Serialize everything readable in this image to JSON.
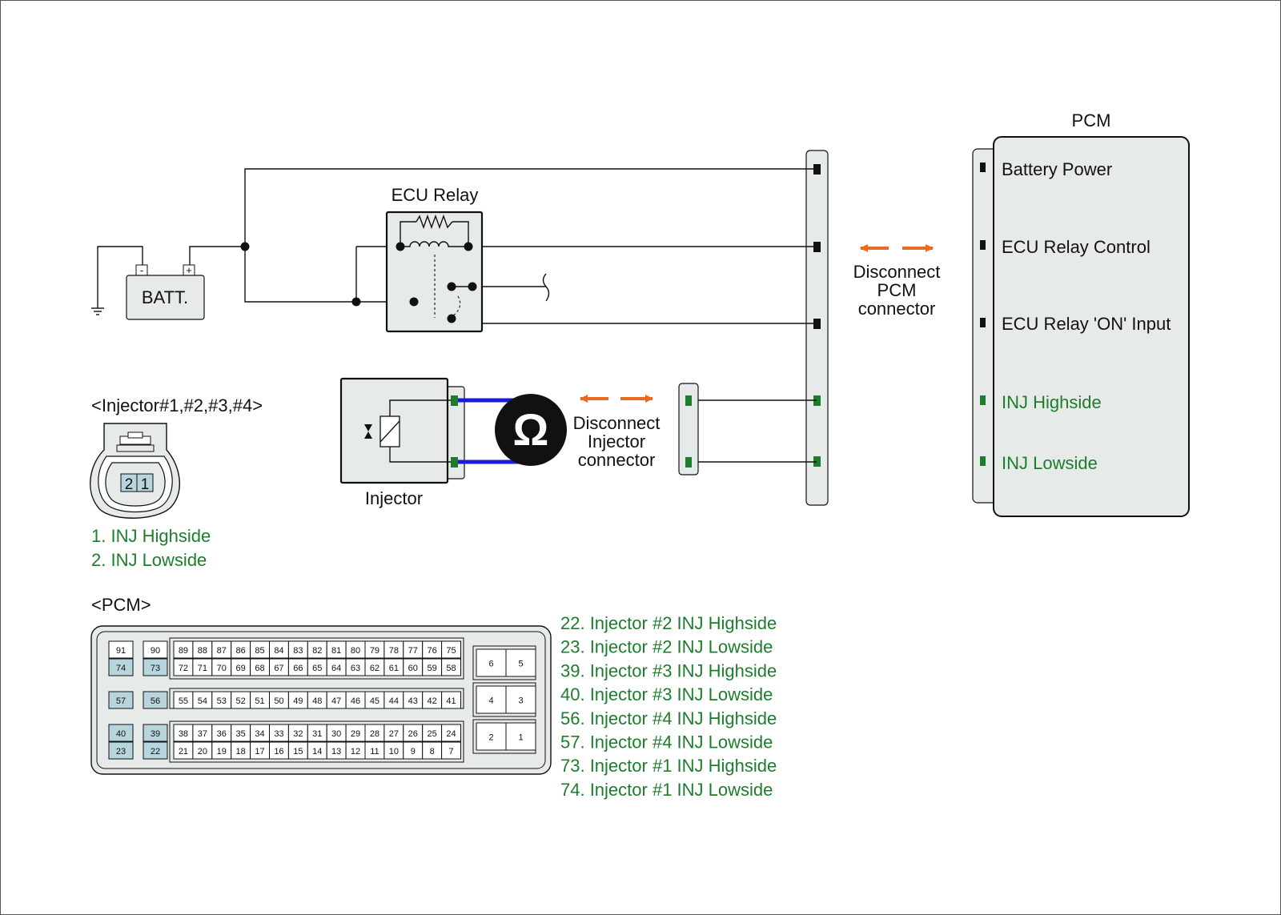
{
  "colors": {
    "accent_green": "#1d7d2c",
    "arrow_orange": "#ec6a1f",
    "highlight_pin": "#b8d4dd",
    "panel": "#e6ebea",
    "wire_blue": "#1a1adf"
  },
  "labels": {
    "pcm_title": "PCM",
    "ecu_relay": "ECU Relay",
    "battery": "BATT.",
    "battery_neg": "-",
    "battery_pos": "+",
    "injector": "Injector",
    "ohm_symbol": "Ω",
    "disconnect_pcm": [
      "Disconnect",
      "PCM",
      "connector"
    ],
    "disconnect_injector": [
      "Disconnect",
      "Injector",
      "connector"
    ],
    "pcm_terminals": [
      "Battery Power",
      "ECU Relay Control",
      "ECU Relay 'ON' Input",
      "INJ Highside",
      "INJ Lowside"
    ]
  },
  "injector_connector": {
    "title": "<Injector#1,#2,#3,#4>",
    "pins": [
      "2",
      "1"
    ],
    "legend": [
      "1. INJ Highside",
      "2. INJ Lowside"
    ]
  },
  "pcm_connector": {
    "title": "<PCM>",
    "left_block": [
      [
        "91",
        "90"
      ],
      [
        "74",
        "73"
      ],
      [
        "57",
        "56"
      ],
      [
        "40",
        "39"
      ],
      [
        "23",
        "22"
      ]
    ],
    "main_rows": [
      [
        "89",
        "88",
        "87",
        "86",
        "85",
        "84",
        "83",
        "82",
        "81",
        "80",
        "79",
        "78",
        "77",
        "76",
        "75"
      ],
      [
        "72",
        "71",
        "70",
        "69",
        "68",
        "67",
        "66",
        "65",
        "64",
        "63",
        "62",
        "61",
        "60",
        "59",
        "58"
      ],
      [
        "55",
        "54",
        "53",
        "52",
        "51",
        "50",
        "49",
        "48",
        "47",
        "46",
        "45",
        "44",
        "43",
        "42",
        "41"
      ],
      [
        "38",
        "37",
        "36",
        "35",
        "34",
        "33",
        "32",
        "31",
        "30",
        "29",
        "28",
        "27",
        "26",
        "25",
        "24"
      ],
      [
        "21",
        "20",
        "19",
        "18",
        "17",
        "16",
        "15",
        "14",
        "13",
        "12",
        "11",
        "10",
        "9",
        "8",
        "7"
      ]
    ],
    "right_block": [
      [
        "6",
        "5"
      ],
      [
        "4",
        "3"
      ],
      [
        "2",
        "1"
      ]
    ],
    "highlighted_pins": [
      "74",
      "73",
      "57",
      "56",
      "40",
      "39",
      "23",
      "22"
    ],
    "legend": [
      "22. Injector #2 INJ Highside",
      "23. Injector #2 INJ Lowside",
      "39. Injector #3 INJ Highside",
      "40. Injector #3 INJ Lowside",
      "56. Injector #4 INJ Highside",
      "57. Injector #4 INJ Lowside",
      "73. Injector #1 INJ Highside",
      "74. Injector #1 INJ Lowside"
    ]
  }
}
